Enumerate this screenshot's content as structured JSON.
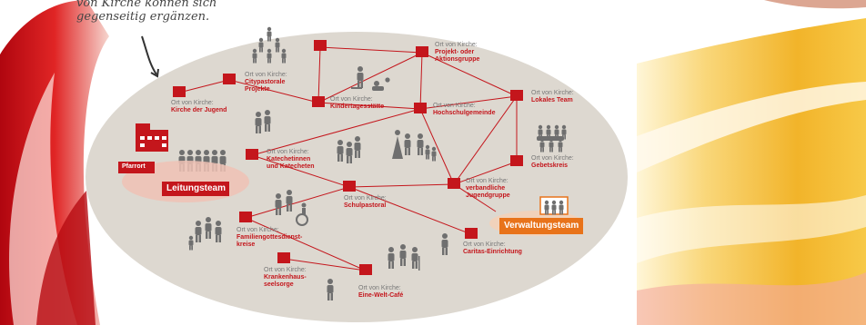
{
  "handwritten_note": "von Kirche können sich\ngegenseitig ergänzen.",
  "prefix": "Ort von Kirche:",
  "places": [
    {
      "id": "kirche-der-jugend",
      "name": "Kirche der Jugend"
    },
    {
      "id": "citypastorale",
      "name": "Citypastorale\nProjekte"
    },
    {
      "id": "kindertagesstaette",
      "name": "Kindertagesstätte"
    },
    {
      "id": "projektgruppe",
      "name": "Projekt- oder\nAktionsgruppe"
    },
    {
      "id": "hochschulgemeinde",
      "name": "Hochschulgemeinde"
    },
    {
      "id": "lokales-team",
      "name": "Lokales Team"
    },
    {
      "id": "katechetinnen",
      "name": "Katechetinnen\nund Katecheten"
    },
    {
      "id": "gebetskreis",
      "name": "Gebetskreis"
    },
    {
      "id": "jugendgruppe",
      "name": "verbandliche\nJugendgruppe"
    },
    {
      "id": "schulpastoral",
      "name": "Schulpastoral"
    },
    {
      "id": "familiengottesdienst",
      "name": "Familiengottesdienst-\nkreise"
    },
    {
      "id": "caritas",
      "name": "Caritas-Einrichtung"
    },
    {
      "id": "krankenhausseelsorge",
      "name": "Krankenhaus-\nseelsorge"
    },
    {
      "id": "eine-welt-cafe",
      "name": "Eine-Welt-Café"
    }
  ],
  "pfarrort_label": "Pfarrort",
  "leitungsteam_label": "Leitungsteam",
  "verwaltungsteam_label": "Verwaltungsteam",
  "colors": {
    "red": "#c4161c",
    "orange": "#e8731a",
    "ellipse": "#ddd8d0",
    "text": "#777777",
    "people": "#6f6f6f"
  }
}
